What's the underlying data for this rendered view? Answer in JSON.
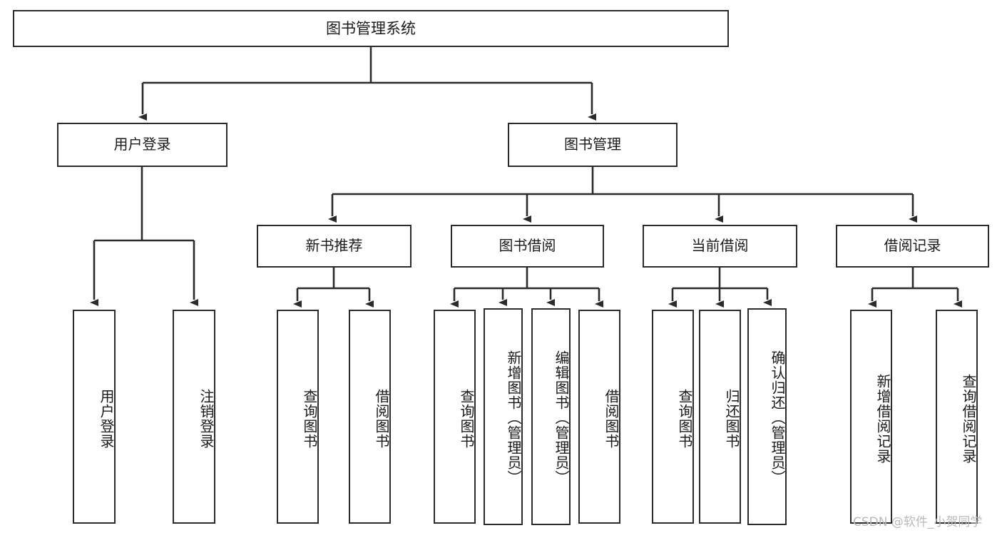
{
  "diagram": {
    "title": "图书管理系统",
    "type": "功能结构图",
    "root": {
      "id": "root",
      "label": "图书管理系统"
    },
    "level2": [
      {
        "id": "user-login",
        "label": "用户登录"
      },
      {
        "id": "book-manage",
        "label": "图书管理"
      }
    ],
    "level3": [
      {
        "id": "new-book-recommend",
        "label": "新书推荐",
        "parent": "book-manage"
      },
      {
        "id": "book-borrow",
        "label": "图书借阅",
        "parent": "book-manage"
      },
      {
        "id": "current-borrow",
        "label": "当前借阅",
        "parent": "book-manage"
      },
      {
        "id": "borrow-record",
        "label": "借阅记录",
        "parent": "book-manage"
      }
    ],
    "leaves": [
      {
        "id": "leaf-user-login",
        "label": "用户登录",
        "parent": "user-login"
      },
      {
        "id": "leaf-logout-login",
        "label": "注销登录",
        "parent": "user-login"
      },
      {
        "id": "leaf-query-book-1",
        "label": "查询图书",
        "parent": "new-book-recommend"
      },
      {
        "id": "leaf-borrow-book-1",
        "label": "借阅图书",
        "parent": "new-book-recommend"
      },
      {
        "id": "leaf-query-book-2",
        "label": "查询图书",
        "parent": "book-borrow"
      },
      {
        "id": "leaf-add-book",
        "label": "新增图书（管理员）",
        "parent": "book-borrow"
      },
      {
        "id": "leaf-edit-book",
        "label": "编辑图书（管理员）",
        "parent": "book-borrow"
      },
      {
        "id": "leaf-borrow-book-2",
        "label": "借阅图书",
        "parent": "book-borrow"
      },
      {
        "id": "leaf-query-book-3",
        "label": "查询图书",
        "parent": "current-borrow"
      },
      {
        "id": "leaf-return-book",
        "label": "归还图书",
        "parent": "current-borrow"
      },
      {
        "id": "leaf-confirm-return",
        "label": "确认归还（管理员）",
        "parent": "current-borrow"
      },
      {
        "id": "leaf-add-borrow-record",
        "label": "新增借阅记录",
        "parent": "borrow-record"
      },
      {
        "id": "leaf-query-borrow-record",
        "label": "查询借阅记录",
        "parent": "borrow-record"
      }
    ],
    "colors": {
      "stroke": "#2b2b2b",
      "fill": "#ffffff",
      "text": "#1a1a1a",
      "watermark": "#b9b9b9"
    }
  },
  "watermark": {
    "text": "CSDN @软件_小贺同学"
  }
}
